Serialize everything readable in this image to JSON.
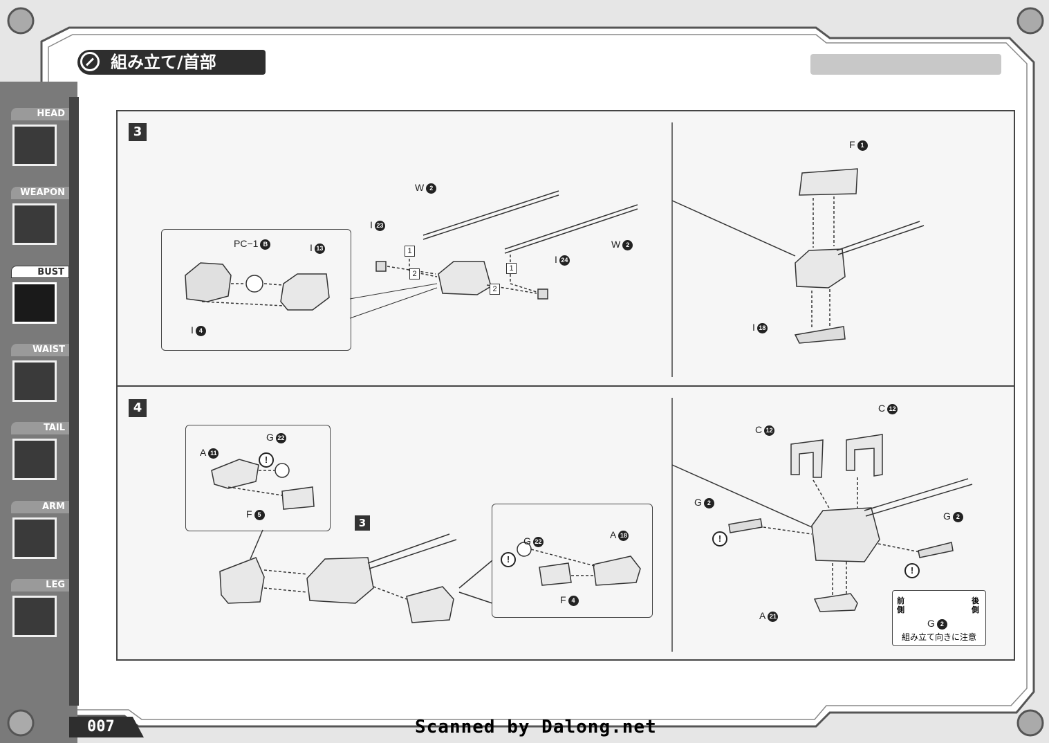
{
  "header": {
    "title": "組み立て/首部"
  },
  "sidebar": {
    "tabs": [
      {
        "label": "HEAD",
        "active": false
      },
      {
        "label": "WEAPON",
        "active": false
      },
      {
        "label": "BUST",
        "active": true
      },
      {
        "label": "WAIST",
        "active": false
      },
      {
        "label": "TAIL",
        "active": false
      },
      {
        "label": "ARM",
        "active": false
      },
      {
        "label": "LEG",
        "active": false
      }
    ]
  },
  "steps": {
    "step3": {
      "number": "3",
      "labels": {
        "pc1b": "PC−1",
        "pc1b_num": "B",
        "i13": "I",
        "i13_num": "13",
        "i4": "I",
        "i4_num": "4",
        "i23": "I",
        "i23_num": "23",
        "w2a": "W",
        "w2a_num": "2",
        "w2b": "W",
        "w2b_num": "2",
        "i24": "I",
        "i24_num": "24",
        "f1": "F",
        "f1_num": "1",
        "i18": "I",
        "i18_num": "18"
      },
      "order_marks": [
        "1",
        "2",
        "1",
        "2"
      ]
    },
    "step4": {
      "number": "4",
      "labels": {
        "a11": "A",
        "a11_num": "11",
        "g22a": "G",
        "g22a_num": "22",
        "f5": "F",
        "f5_num": "5",
        "g22b": "G",
        "g22b_num": "22",
        "a18": "A",
        "a18_num": "18",
        "f4": "F",
        "f4_num": "4",
        "c12a": "C",
        "c12a_num": "12",
        "c12b": "C",
        "c12b_num": "12",
        "g2a": "G",
        "g2a_num": "2",
        "g2b": "G",
        "g2b_num": "2",
        "a21": "A",
        "a21_num": "21"
      },
      "ref_step": "3",
      "warning_mark": "!",
      "note": {
        "front": "前側",
        "back": "後側",
        "part": "G",
        "part_num": "2",
        "caption": "組み立て向きに注意"
      }
    }
  },
  "footer": {
    "page_number": "007",
    "scan_credit": "Scanned by Dalong.net"
  }
}
